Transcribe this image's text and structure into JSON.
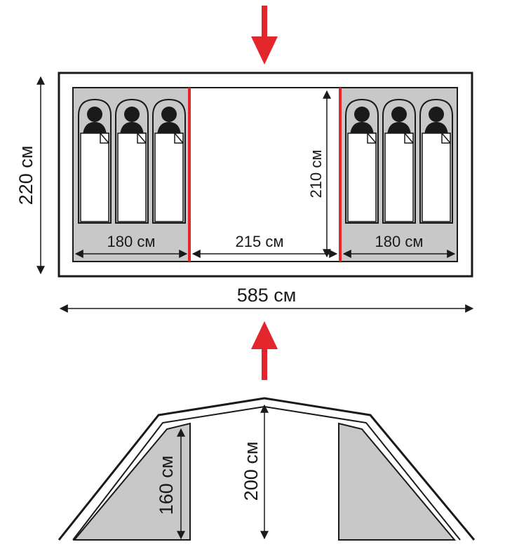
{
  "plan_view": {
    "total_width": "585 см",
    "total_depth": "220 см",
    "inner_depth": "210 см",
    "left_bedroom_width": "180 см",
    "vestibule_width": "215 см",
    "right_bedroom_width": "180 см",
    "sleepers_per_bedroom": 3
  },
  "side_view": {
    "center_height": "200 см",
    "bedroom_height": "160 см"
  },
  "colors": {
    "arrow": "#e3262b",
    "divider": "#e3262b",
    "floor_fill": "#c8c8c8",
    "outline": "#1a1a1a"
  }
}
